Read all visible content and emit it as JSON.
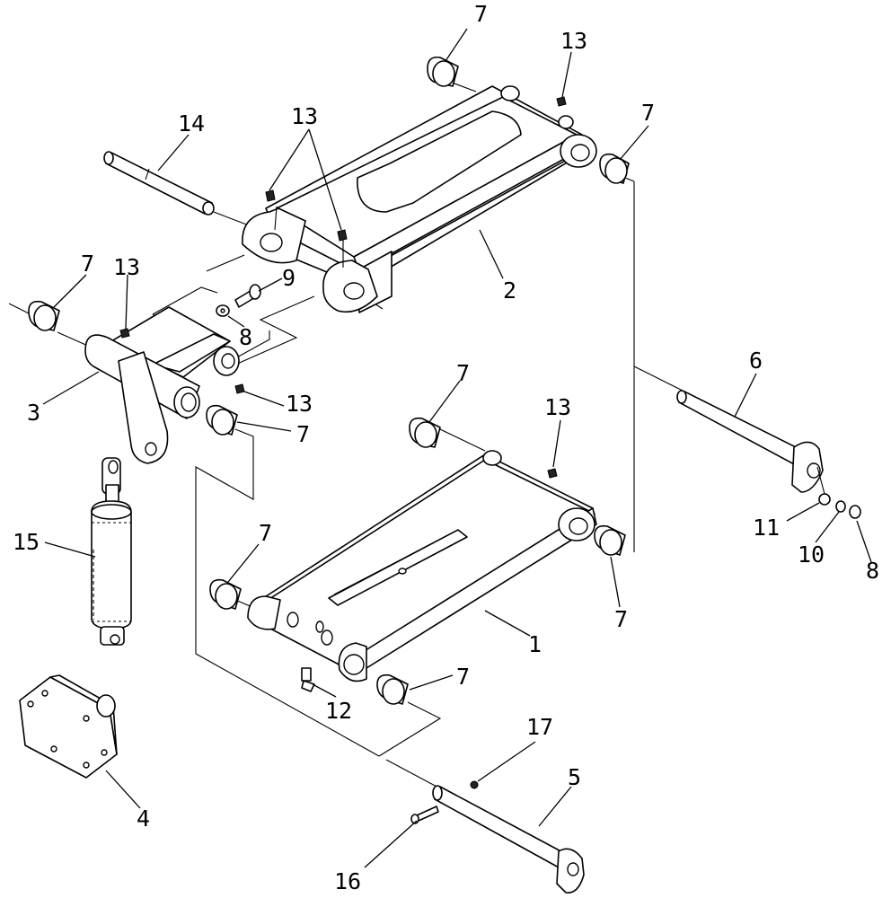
{
  "diagram": {
    "type": "exploded-parts-view",
    "callouts": {
      "c1": "1",
      "c2": "2",
      "c3": "3",
      "c4": "4",
      "c5": "5",
      "c6": "6",
      "c7": "7",
      "c8": "8",
      "c9": "9",
      "c10": "10",
      "c11": "11",
      "c12": "12",
      "c13": "13",
      "c14": "14",
      "c15": "15",
      "c16": "16",
      "c17": "17"
    }
  }
}
